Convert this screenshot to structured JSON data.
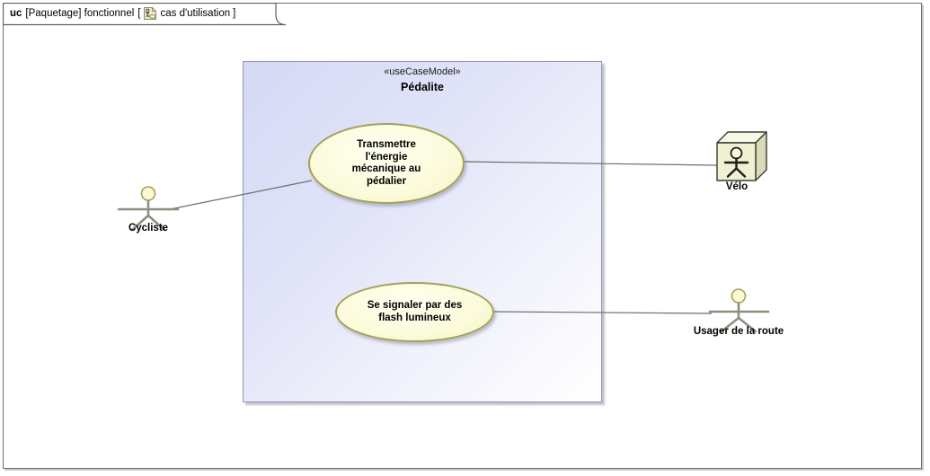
{
  "tab": {
    "kind": "uc",
    "context": "[Paquetage] fonctionnel",
    "open_bracket": "[",
    "diagram_name": "cas d'utilisation",
    "close_bracket": "]"
  },
  "package": {
    "stereotype": "«useCaseModel»",
    "name": "Pédalite"
  },
  "use_cases": [
    {
      "label": "Transmettre l'énergie mécanique au pédalier",
      "lines": [
        "Transmettre",
        "l'énergie",
        "mécanique au",
        "pédalier"
      ]
    },
    {
      "label": "Se signaler par des flash lumineux",
      "lines": [
        "Se signaler par des",
        "flash lumineux"
      ]
    }
  ],
  "actors": [
    {
      "name": "Cycliste",
      "representation": "stick-figure"
    },
    {
      "name": "Vélo",
      "representation": "system-cube"
    },
    {
      "name": "Usager de la route",
      "representation": "stick-figure"
    }
  ],
  "associations": [
    {
      "from": "Cycliste",
      "to": "Transmettre l'énergie mécanique au pédalier"
    },
    {
      "from": "Transmettre l'énergie mécanique au pédalier",
      "to": "Vélo"
    },
    {
      "from": "Se signaler par des flash lumineux",
      "to": "Usager de la route"
    }
  ],
  "colors": {
    "package_fill": "#d4d9f4",
    "package_border": "#9396ba",
    "usecase_fill": "#fcfbdd",
    "usecase_border": "#a2a258",
    "actor_stroke": "#8f8f80",
    "actor_head_fill": "#fbf8d6",
    "cube_front": "#eff1d2",
    "cube_top": "#f7f8e6",
    "cube_side": "#d8dcb6",
    "connector": "#6e6e6e",
    "frame_border": "#6f6f6f"
  }
}
